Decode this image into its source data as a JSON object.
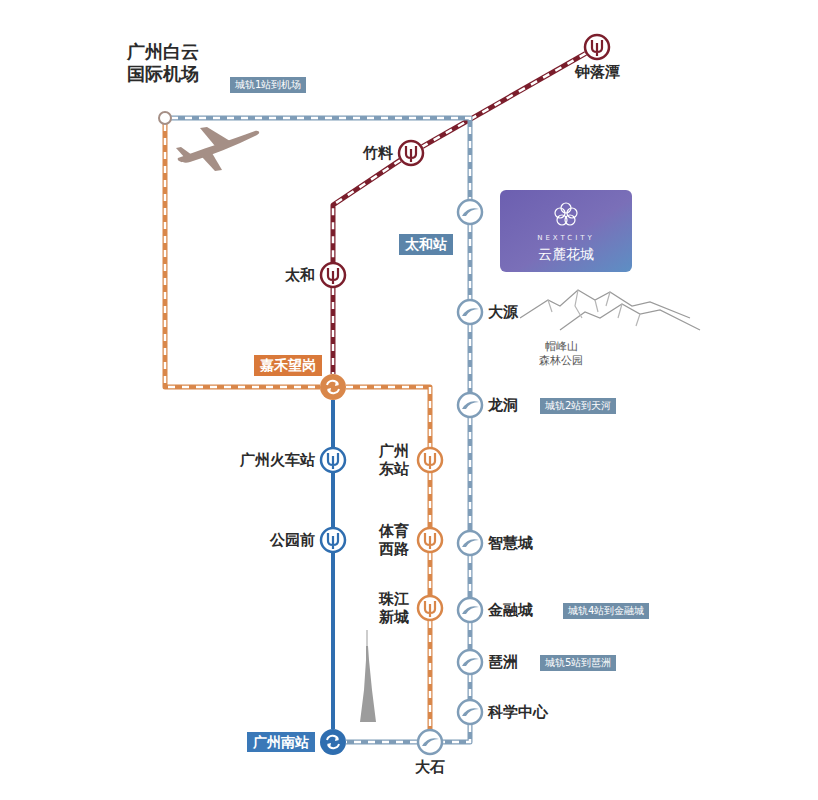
{
  "diagram": {
    "nodes": [
      {
        "text": [
          "广州白云 国际机场"
        ]
      },
      {
        "text": [
          "城轨1站到机场"
        ]
      },
      {
        "text": [
          "钟落潭"
        ]
      },
      {
        "text": [
          "竹料"
        ]
      },
      {
        "text": [
          "太和站"
        ]
      },
      {
        "text": [
          "NEXTCITY",
          "云麓花城"
        ]
      },
      {
        "text": [
          "太和"
        ]
      },
      {
        "text": [
          "大源"
        ]
      },
      {
        "text": [
          "龙洞"
        ]
      },
      {
        "text": [
          "城轨2站到天河"
        ]
      },
      {
        "text": [
          "嘉禾望岗"
        ]
      },
      {
        "text": [
          "广州火车站"
        ]
      },
      {
        "text": [
          "广州 东站"
        ]
      },
      {
        "text": [
          "公园前"
        ]
      },
      {
        "text": [
          "体育 西路"
        ]
      },
      {
        "text": [
          "智慧城"
        ]
      },
      {
        "text": [
          "珠江 新城"
        ]
      },
      {
        "text": [
          "金融城"
        ]
      },
      {
        "text": [
          "城轨4站到金融城"
        ]
      },
      {
        "text": [
          "琶洲"
        ]
      },
      {
        "text": [
          "城轨5站到琶洲"
        ]
      },
      {
        "text": [
          "科学中心"
        ]
      },
      {
        "text": [
          "广州南站"
        ]
      },
      {
        "text": [
          "大石"
        ]
      }
    ],
    "edges": [
      {
        "from": 2,
        "to": 3,
        "arrow": "none"
      },
      {
        "from": 3,
        "to": 6,
        "arrow": "none"
      },
      {
        "from": 6,
        "to": 10,
        "arrow": "none"
      },
      {
        "from": 10,
        "to": 11,
        "arrow": "none"
      },
      {
        "from": 11,
        "to": 13,
        "arrow": "none"
      },
      {
        "from": 13,
        "to": 22,
        "arrow": "none"
      },
      {
        "from": 0,
        "to": 10,
        "arrow": "none"
      },
      {
        "from": 10,
        "to": 12,
        "arrow": "none"
      },
      {
        "from": 12,
        "to": 14,
        "arrow": "none"
      },
      {
        "from": 14,
        "to": 16,
        "arrow": "none"
      },
      {
        "from": 16,
        "to": 23,
        "arrow": "none"
      },
      {
        "from": 0,
        "to": 4,
        "arrow": "none"
      },
      {
        "from": 4,
        "to": 7,
        "arrow": "none"
      },
      {
        "from": 7,
        "to": 8,
        "arrow": "none"
      },
      {
        "from": 8,
        "to": 15,
        "arrow": "none"
      },
      {
        "from": 15,
        "to": 17,
        "arrow": "none"
      },
      {
        "from": 17,
        "to": 19,
        "arrow": "none"
      },
      {
        "from": 19,
        "to": 21,
        "arrow": "none"
      },
      {
        "from": 21,
        "to": 23,
        "arrow": "none"
      },
      {
        "from": 23,
        "to": 22,
        "arrow": "none"
      }
    ],
    "labels": [
      "帽峰山 森林公园"
    ]
  }
}
